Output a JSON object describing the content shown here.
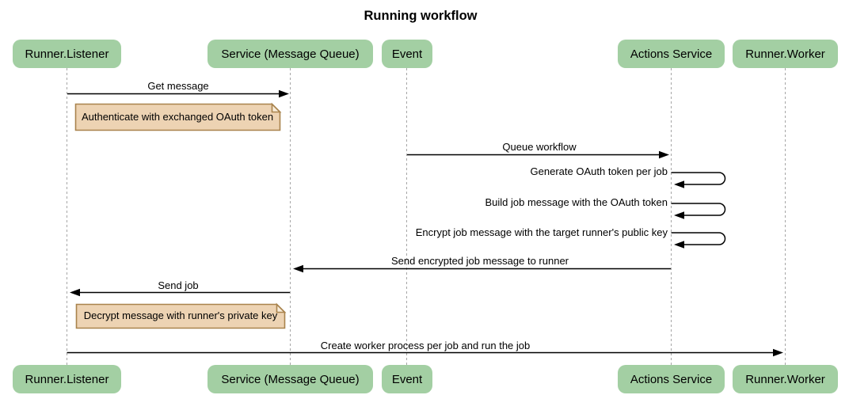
{
  "title": "Running workflow",
  "colors": {
    "background": "#ffffff",
    "text": "#000000",
    "actor_fill": "#A3CFA3",
    "note_fill": "#EDD3B3",
    "note_fold": "#F8ECD9",
    "note_border": "#A9834D",
    "lifeline": "#a6a6a6",
    "arrow": "#000000"
  },
  "participants": [
    {
      "label": "Runner.Listener"
    },
    {
      "label": "Service (Message Queue)"
    },
    {
      "label": "Event"
    },
    {
      "label": "Actions Service"
    },
    {
      "label": "Runner.Worker"
    }
  ],
  "messages": [
    {
      "label": "Get message",
      "from": "Runner.Listener",
      "to": "Service (Message Queue)",
      "self": false
    },
    {
      "label": "Queue workflow",
      "from": "Event",
      "to": "Actions Service",
      "self": false
    },
    {
      "label": "Generate OAuth token per job",
      "from": "Actions Service",
      "to": "Actions Service",
      "self": true
    },
    {
      "label": "Build job message with the OAuth token",
      "from": "Actions Service",
      "to": "Actions Service",
      "self": true
    },
    {
      "label": "Encrypt job message with the target runner's public key",
      "from": "Actions Service",
      "to": "Actions Service",
      "self": true
    },
    {
      "label": "Send encrypted job message to runner",
      "from": "Actions Service",
      "to": "Service (Message Queue)",
      "self": false
    },
    {
      "label": "Send job",
      "from": "Service (Message Queue)",
      "to": "Runner.Listener",
      "self": false
    },
    {
      "label": "Create worker process per job and run the job",
      "from": "Runner.Listener",
      "to": "Runner.Worker",
      "self": false
    }
  ],
  "notes": [
    {
      "label": "Authenticate with exchanged OAuth token",
      "over": "Runner.Listener"
    },
    {
      "label": "Decrypt message with runner's private key",
      "over": "Runner.Listener"
    }
  ]
}
